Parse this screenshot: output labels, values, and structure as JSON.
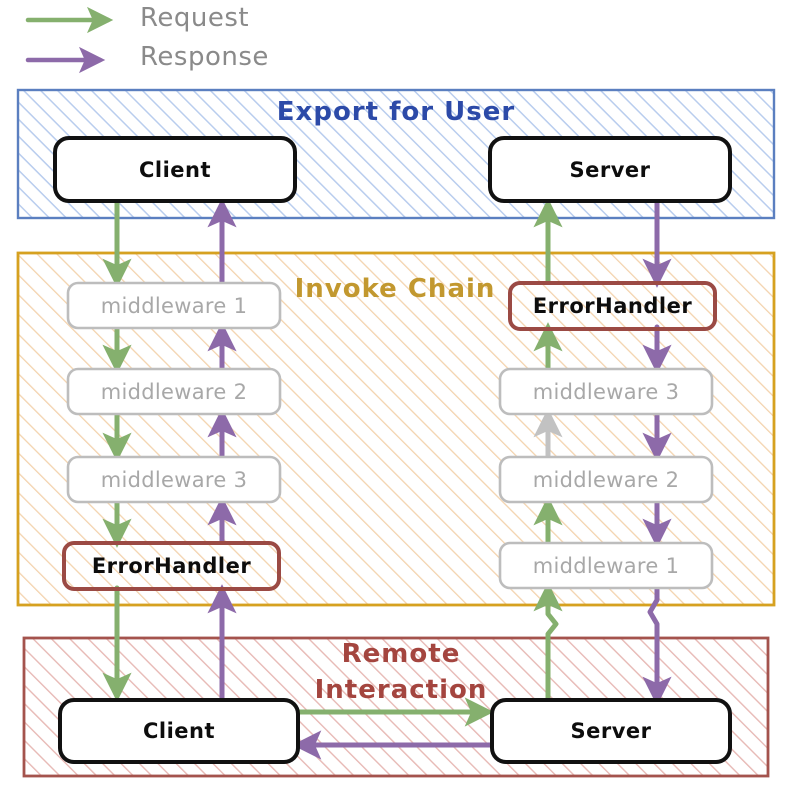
{
  "legend": {
    "items": [
      {
        "label": "Request",
        "color": "#85b06e",
        "icon": "arrow-right-icon"
      },
      {
        "label": "Response",
        "color": "#8d6aa9",
        "icon": "arrow-right-icon"
      }
    ]
  },
  "panels": [
    {
      "id": "export-for-user",
      "title": "Export for User",
      "border_color": "#5b7fc0",
      "hatch_color": "#b9cdee",
      "title_color": "#2c4aa8"
    },
    {
      "id": "invoke-chain",
      "title": "Invoke Chain",
      "border_color": "#d6a120",
      "hatch_color": "#f3d3ae",
      "title_color": "#c2982f"
    },
    {
      "id": "remote-interaction",
      "title_line1": "Remote",
      "title_line2": "Interaction",
      "title": "Remote Interaction",
      "border_color": "#a4534d",
      "hatch_color": "#e7b9b5",
      "title_color": "#a4453f"
    }
  ],
  "nodes": {
    "export": [
      {
        "id": "export-client",
        "label": "Client",
        "style": "strong"
      },
      {
        "id": "export-server",
        "label": "Server",
        "style": "strong"
      }
    ],
    "invoke_left": [
      {
        "id": "mw-l-1",
        "label": "middleware 1",
        "style": "muted"
      },
      {
        "id": "mw-l-2",
        "label": "middleware 2",
        "style": "muted"
      },
      {
        "id": "mw-l-3",
        "label": "middleware 3",
        "style": "muted"
      },
      {
        "id": "eh-left",
        "label": "ErrorHandler",
        "style": "error"
      }
    ],
    "invoke_right": [
      {
        "id": "eh-right",
        "label": "ErrorHandler",
        "style": "error"
      },
      {
        "id": "mw-r-3",
        "label": "middleware 3",
        "style": "muted"
      },
      {
        "id": "mw-r-2",
        "label": "middleware 2",
        "style": "muted"
      },
      {
        "id": "mw-r-1",
        "label": "middleware 1",
        "style": "muted"
      }
    ],
    "remote": [
      {
        "id": "remote-client",
        "label": "Client",
        "style": "strong"
      },
      {
        "id": "remote-server",
        "label": "Server",
        "style": "strong"
      }
    ]
  },
  "colors": {
    "request_green": "#85b06e",
    "response_purple": "#8d6aa9",
    "inactive_gray": "#c2c2c2",
    "node_border_dark": "#111111",
    "node_border_muted": "#bdbdbd",
    "node_border_error": "#9b4a44",
    "node_fill": "#ffffff",
    "muted_text": "#a8a8a8"
  },
  "flows": [
    {
      "from": "export-client",
      "to": "mw-l-1",
      "kind": "request"
    },
    {
      "from": "mw-l-1",
      "to": "mw-l-2",
      "kind": "request"
    },
    {
      "from": "mw-l-2",
      "to": "mw-l-3",
      "kind": "request"
    },
    {
      "from": "mw-l-3",
      "to": "eh-left",
      "kind": "request"
    },
    {
      "from": "eh-left",
      "to": "remote-client",
      "kind": "request"
    },
    {
      "from": "remote-client",
      "to": "remote-server",
      "kind": "request"
    },
    {
      "from": "remote-server",
      "to": "mw-r-1",
      "kind": "request"
    },
    {
      "from": "mw-r-1",
      "to": "mw-r-2",
      "kind": "request"
    },
    {
      "from": "mw-r-2",
      "to": "mw-r-3",
      "kind": "inactive"
    },
    {
      "from": "mw-r-3",
      "to": "eh-right",
      "kind": "request"
    },
    {
      "from": "eh-right",
      "to": "export-server",
      "kind": "request"
    },
    {
      "from": "export-server",
      "to": "mw-r-3-down",
      "kind": "response"
    },
    {
      "from": "eh-right",
      "to": "mw-r-3",
      "kind": "response"
    },
    {
      "from": "mw-r-3",
      "to": "mw-r-2",
      "kind": "response"
    },
    {
      "from": "mw-r-2",
      "to": "mw-r-1",
      "kind": "response"
    },
    {
      "from": "mw-r-1",
      "to": "remote-server",
      "kind": "response"
    },
    {
      "from": "remote-server",
      "to": "remote-client",
      "kind": "response"
    },
    {
      "from": "remote-client",
      "to": "eh-left",
      "kind": "response"
    },
    {
      "from": "eh-left",
      "to": "mw-l-3",
      "kind": "response"
    },
    {
      "from": "mw-l-3",
      "to": "mw-l-2",
      "kind": "response"
    },
    {
      "from": "mw-l-2",
      "to": "mw-l-1",
      "kind": "response"
    },
    {
      "from": "mw-l-1",
      "to": "export-client",
      "kind": "response"
    }
  ]
}
